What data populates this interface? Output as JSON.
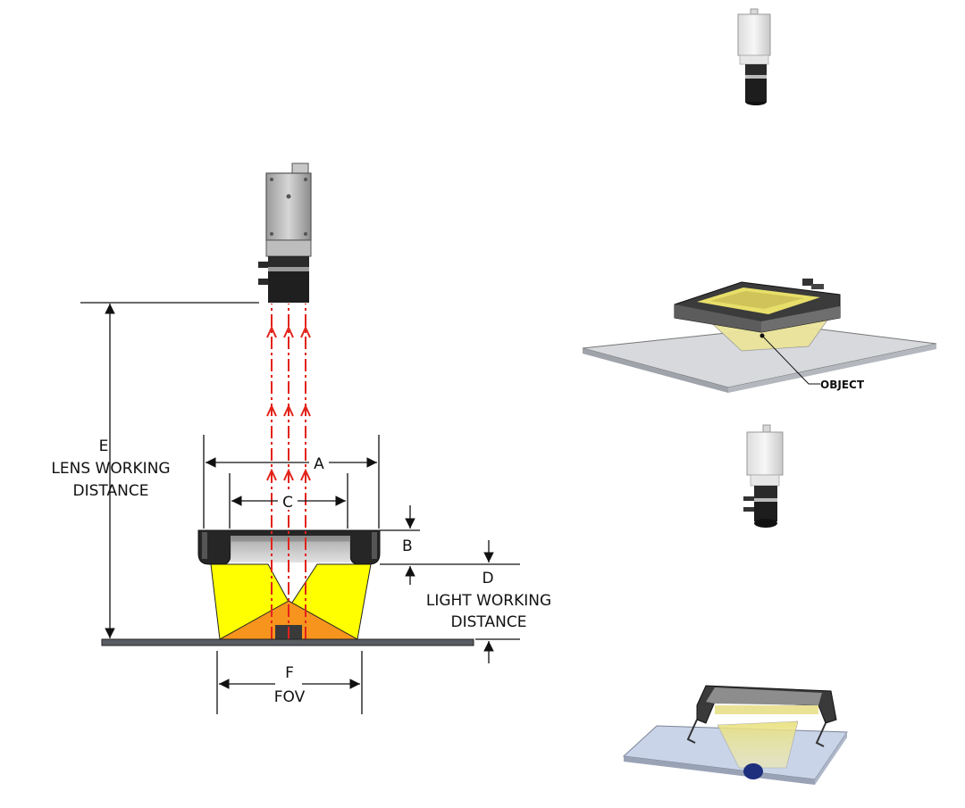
{
  "labels": {
    "a": "A",
    "b": "B",
    "c": "C",
    "d": "D",
    "e": "E",
    "f": "F",
    "lens_working_1": "LENS WORKING",
    "lens_working_2": "DISTANCE",
    "light_working_1": "LIGHT WORKING",
    "light_working_2": "DISTANCE",
    "fov": "FOV",
    "object": "OBJECT"
  },
  "colors": {
    "ray": "#e2231a",
    "light_cone": "#ffff00",
    "light_overlap": "#f7941d",
    "housing": "#2b2b2b",
    "plate": "#5a5d63",
    "camera_body": "#c9c9c9"
  },
  "icons": [
    "camera-icon",
    "ring-light-icon",
    "arrow-icon"
  ]
}
